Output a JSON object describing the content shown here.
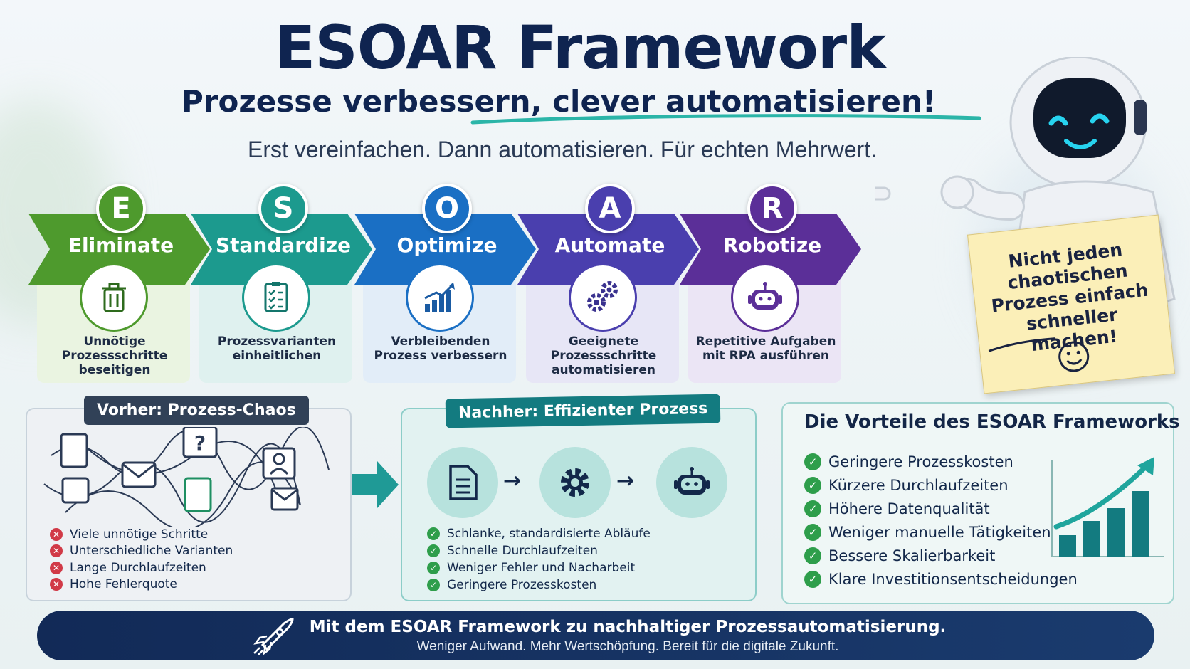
{
  "header": {
    "title": "ESOAR Framework",
    "subtitle": "Prozesse verbessern, clever automatisieren!",
    "tagline": "Erst vereinfachen. Dann automatisieren. Für echten Mehrwert."
  },
  "steps": [
    {
      "letter": "E",
      "label": "Eliminate",
      "description": "Unnötige Prozessschritte beseitigen",
      "icon": "trash-icon",
      "color": "#4e9a2d",
      "card_color": "#eaf4e1"
    },
    {
      "letter": "S",
      "label": "Standardize",
      "description": "Prozessvarianten einheitlichen",
      "icon": "checklist-icon",
      "color": "#1c9a8e",
      "card_color": "#dff1ef"
    },
    {
      "letter": "O",
      "label": "Optimize",
      "description": "Verbleibenden Prozess verbessern",
      "icon": "growth-chart-icon",
      "color": "#1a6fc4",
      "card_color": "#e2edf8"
    },
    {
      "letter": "A",
      "label": "Automate",
      "description": "Geeignete Prozessschritte automatisieren",
      "icon": "gears-icon",
      "color": "#4a3fae",
      "card_color": "#e7e6f6"
    },
    {
      "letter": "R",
      "label": "Robotize",
      "description": "Repetitive Aufgaben mit RPA ausführen",
      "icon": "robot-icon",
      "color": "#5b2f98",
      "card_color": "#ebe5f5"
    }
  ],
  "note": {
    "text": "Nicht jeden chaotischen Prozess einfach schneller machen!"
  },
  "before": {
    "title": "Vorher: Prozess-Chaos",
    "items": [
      "Viele unnötige Schritte",
      "Unterschiedliche Varianten",
      "Lange Durchlaufzeiten",
      "Hohe Fehlerquote"
    ]
  },
  "after": {
    "title": "Nachher: Effizienter Prozess",
    "flow_icons": [
      "document-icon",
      "gear-icon",
      "robot-icon"
    ],
    "items": [
      "Schlanke, standardisierte Abläufe",
      "Schnelle Durchlaufzeiten",
      "Weniger Fehler und Nacharbeit",
      "Geringere Prozesskosten"
    ]
  },
  "benefits": {
    "title": "Die Vorteile des ESOAR Frameworks",
    "items": [
      "Geringere Prozesskosten",
      "Kürzere Durchlaufzeiten",
      "Höhere Datenqualität",
      "Weniger manuelle Tätigkeiten",
      "Bessere Skalierbarkeit",
      "Klare Investitionsentscheidungen"
    ]
  },
  "footer": {
    "main": "Mit dem ESOAR Framework zu nachhaltiger Prozessautomatisierung.",
    "sub": "Weniger Aufwand. Mehr Wertschöpfung. Bereit für die digitale Zukunft."
  },
  "colors": {
    "navy": "#0f2450",
    "teal": "#137b80",
    "accent_underline": "#2bb5a8"
  }
}
